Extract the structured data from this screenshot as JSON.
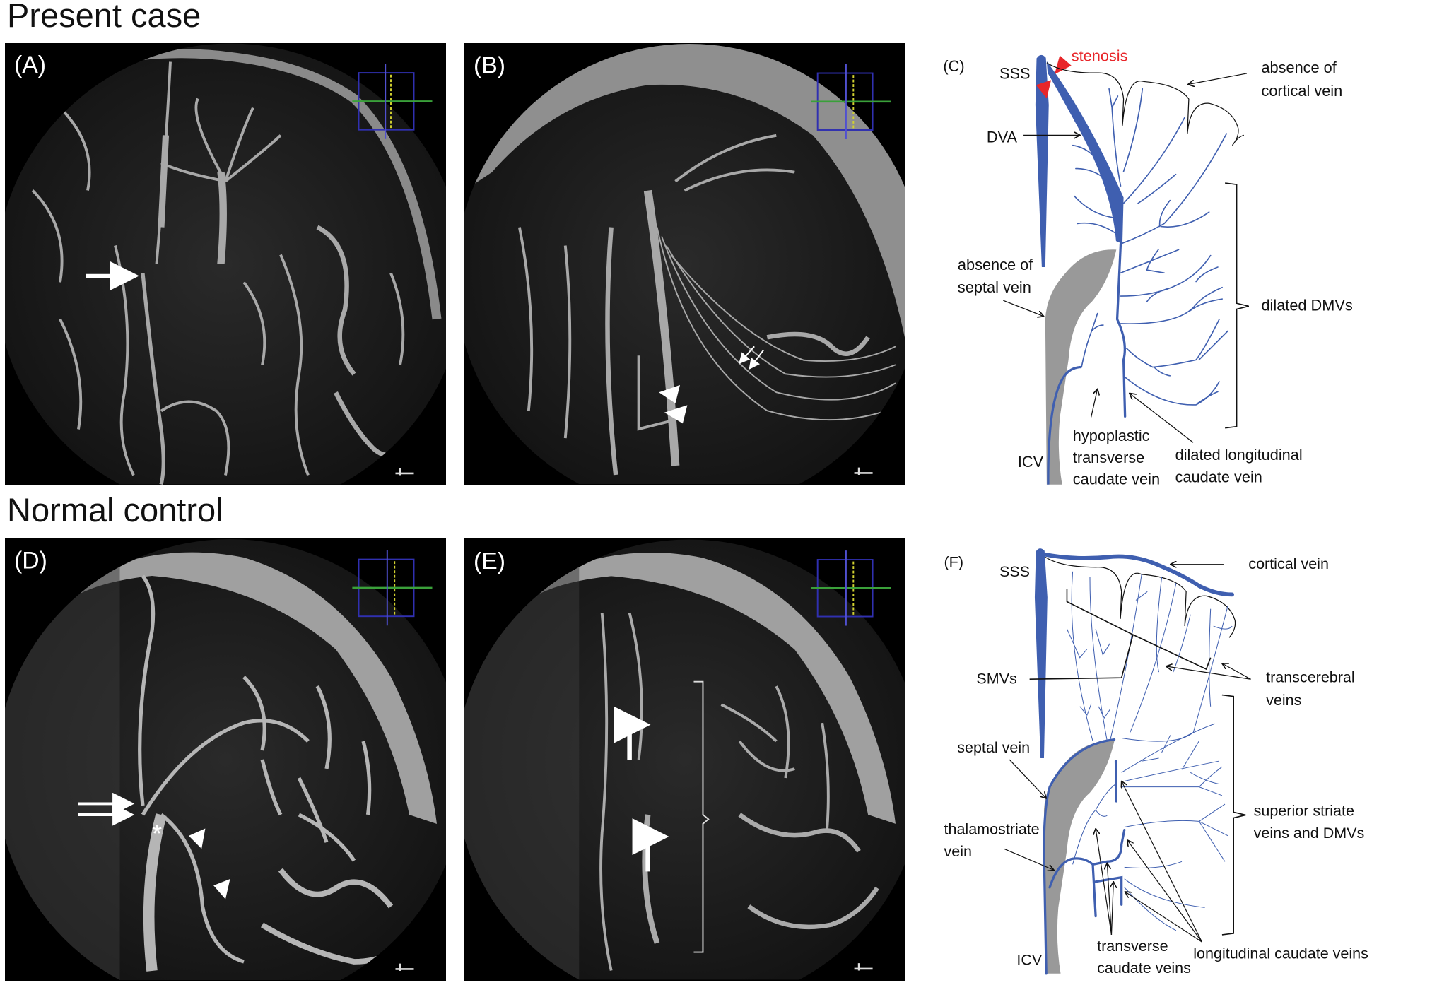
{
  "sections": {
    "present_case": "Present case",
    "normal_control": "Normal control"
  },
  "panels": {
    "A": {
      "label": "(A)"
    },
    "B": {
      "label": "(B)"
    },
    "D": {
      "label": "(D)",
      "asterisk": "*"
    },
    "E": {
      "label": "(E)"
    }
  },
  "diagram_c": {
    "label": "(C)",
    "stenosis": "stenosis",
    "sss": "SSS",
    "dva": "DVA",
    "absence_cortical_1": "absence of",
    "absence_cortical_2": "cortical vein",
    "absence_septal_1": "absence of",
    "absence_septal_2": "septal vein",
    "dilated_dmvs": "dilated DMVs",
    "hypoplastic_1": "hypoplastic",
    "hypoplastic_2": "transverse",
    "hypoplastic_3": "caudate vein",
    "dilated_long_1": "dilated longitudinal",
    "dilated_long_2": "caudate vein",
    "icv": "ICV"
  },
  "diagram_f": {
    "label": "(F)",
    "sss": "SSS",
    "cortical_vein": "cortical vein",
    "smvs": "SMVs",
    "transcerebral_1": "transcerebral",
    "transcerebral_2": "veins",
    "septal_vein": "septal vein",
    "thalamostriate_1": "thalamostriate",
    "thalamostriate_2": "vein",
    "superior_striate_1": "superior striate",
    "superior_striate_2": "veins and DMVs",
    "transverse_1": "transverse",
    "transverse_2": "caudate veins",
    "longitudinal": "longitudinal caudate veins",
    "icv": "ICV"
  },
  "colors": {
    "vein_blue": "#3f5fb0",
    "stenosis_red": "#e8262a",
    "septal_gray": "#999999"
  }
}
